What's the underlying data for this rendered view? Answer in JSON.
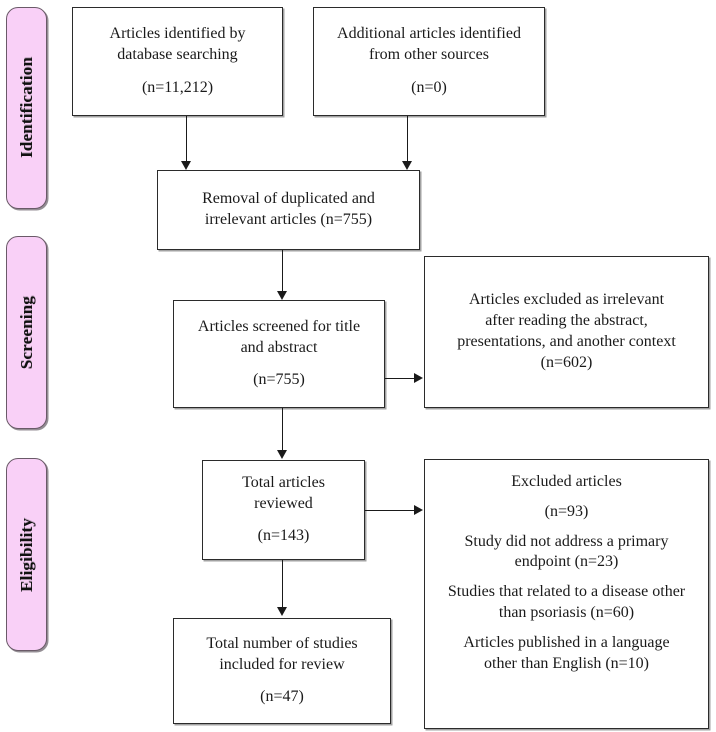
{
  "diagram": {
    "type": "prisma-flow-diagram",
    "title": "PRISMA study selection flow diagram",
    "accent_color": "#f9d0f7",
    "border_color": "#2b2b2b",
    "background_color": "#ffffff"
  },
  "stages": [
    {
      "id": "identification",
      "label": "Identification"
    },
    {
      "id": "screening",
      "label": "Screening"
    },
    {
      "id": "eligibility",
      "label": "Eligibility"
    }
  ],
  "boxes": {
    "database_search": {
      "line1": "Articles identified by",
      "line2": "database searching",
      "count": "(n=11,212)"
    },
    "other_sources": {
      "line1": "Additional articles identified",
      "line2": "from other sources",
      "count": "(n=0)"
    },
    "duplicates_removed": {
      "line1": "Removal of duplicated and",
      "line2": "irrelevant articles (n=755)"
    },
    "screened": {
      "line1": "Articles screened for title",
      "line2": "and abstract",
      "count": "(n=755)"
    },
    "excluded_screening": {
      "line1": "Articles excluded as irrelevant",
      "line2": "after reading the abstract,",
      "line3": "presentations, and another context",
      "count": "(n=602)"
    },
    "reviewed": {
      "line1": "Total articles",
      "line2": "reviewed",
      "count": "(n=143)"
    },
    "excluded_eligibility": {
      "heading": "Excluded articles",
      "count": "(n=93)",
      "reason1_line1": "Study did not address a primary",
      "reason1_line2": "endpoint (n=23)",
      "reason2_line1": "Studies that related to a disease other",
      "reason2_line2": "than psoriasis (n=60)",
      "reason3_line1": "Articles published in a language",
      "reason3_line2": "other than English (n=10)"
    },
    "included": {
      "line1": "Total number of studies",
      "line2": "included for review",
      "count": "(n=47)"
    }
  },
  "chart_data": {
    "type": "diagram",
    "title": "PRISMA flow of study selection",
    "nodes": [
      {
        "id": "database_search",
        "stage": "Identification",
        "label": "Articles identified by database searching",
        "n": 11212
      },
      {
        "id": "other_sources",
        "stage": "Identification",
        "label": "Additional articles identified from other sources",
        "n": 0
      },
      {
        "id": "duplicates_removed",
        "stage": "Identification",
        "label": "Removal of duplicated and irrelevant articles",
        "n": 755
      },
      {
        "id": "screened",
        "stage": "Screening",
        "label": "Articles screened for title and abstract",
        "n": 755
      },
      {
        "id": "excluded_screening",
        "stage": "Screening",
        "label": "Articles excluded as irrelevant after reading the abstract, presentations, and another context",
        "n": 602
      },
      {
        "id": "reviewed",
        "stage": "Eligibility",
        "label": "Total articles reviewed",
        "n": 143
      },
      {
        "id": "excluded_eligibility",
        "stage": "Eligibility",
        "label": "Excluded articles",
        "n": 93,
        "breakdown": [
          {
            "reason": "Study did not address a primary endpoint",
            "n": 23
          },
          {
            "reason": "Studies that related to a disease other than psoriasis",
            "n": 60
          },
          {
            "reason": "Articles published in a language other than English",
            "n": 10
          }
        ]
      },
      {
        "id": "included",
        "stage": "Eligibility",
        "label": "Total number of studies included for review",
        "n": 47
      }
    ],
    "edges": [
      {
        "from": "database_search",
        "to": "duplicates_removed"
      },
      {
        "from": "other_sources",
        "to": "duplicates_removed"
      },
      {
        "from": "duplicates_removed",
        "to": "screened"
      },
      {
        "from": "screened",
        "to": "excluded_screening"
      },
      {
        "from": "screened",
        "to": "reviewed"
      },
      {
        "from": "reviewed",
        "to": "excluded_eligibility"
      },
      {
        "from": "reviewed",
        "to": "included"
      }
    ]
  }
}
